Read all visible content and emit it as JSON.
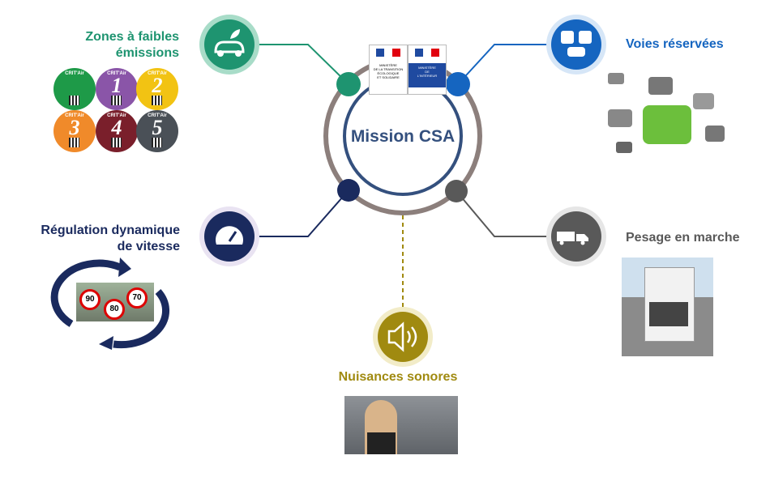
{
  "center": {
    "title": "Mission CSA",
    "logo_left": [
      "MINISTÈRE",
      "DE LA TRANSITION",
      "ÉCOLOGIQUE",
      "ET SOLIDAIRE"
    ],
    "logo_right": [
      "MINISTÈRE",
      "DE",
      "L'INTÉRIEUR"
    ]
  },
  "branches": {
    "zfe": {
      "title_line1": "Zones à faibles",
      "title_line2": "émissions",
      "color": "#1e9470",
      "icon": "eco-car-icon"
    },
    "voies": {
      "title": "Voies réservées",
      "color": "#1565c0",
      "icon": "bus-car-icon"
    },
    "regulation": {
      "title_line1": "Régulation dynamique",
      "title_line2": "de vitesse",
      "color": "#1a2a5e",
      "icon": "speedometer-icon"
    },
    "pesage": {
      "title": "Pesage en marche",
      "color": "#595959",
      "icon": "truck-icon"
    },
    "nuisances": {
      "title": "Nuisances sonores",
      "color": "#a08a10",
      "icon": "speaker-icon"
    }
  },
  "critair": {
    "header": "CRIT'Air",
    "stickers": [
      {
        "label": "",
        "color": "#1e9a48"
      },
      {
        "label": "1",
        "color": "#8a55a8"
      },
      {
        "label": "2",
        "color": "#f2c313"
      },
      {
        "label": "3",
        "color": "#f08a2a"
      },
      {
        "label": "4",
        "color": "#7a1f2b"
      },
      {
        "label": "5",
        "color": "#4a5057"
      }
    ]
  },
  "speed_signs": [
    "90",
    "80",
    "70"
  ]
}
